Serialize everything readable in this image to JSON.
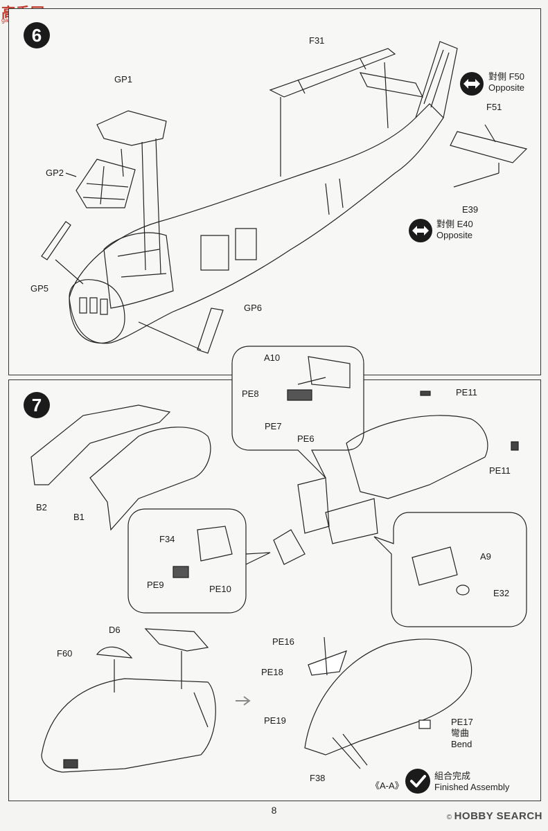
{
  "logo": {
    "text": "高手网",
    "sub": "gao-shou.com"
  },
  "step6": {
    "number": "6",
    "labels": {
      "f31": "F31",
      "gp1": "GP1",
      "gp2": "GP2",
      "gp5": "GP5",
      "gp6": "GP6",
      "f51": "F51",
      "e39": "E39"
    },
    "opposite_f50": {
      "zh": "對側 F50",
      "en": "Opposite"
    },
    "opposite_e40": {
      "zh": "對側 E40",
      "en": "Opposite"
    }
  },
  "step7": {
    "number": "7",
    "labels": {
      "a10": "A10",
      "pe8": "PE8",
      "pe7": "PE7",
      "pe6": "PE6",
      "pe11_top": "PE11",
      "pe11_right": "PE11",
      "b2": "B2",
      "b1": "B1",
      "f34": "F34",
      "pe9": "PE9",
      "pe10": "PE10",
      "a9": "A9",
      "e32": "E32",
      "d6": "D6",
      "f60": "F60",
      "pe16": "PE16",
      "pe18": "PE18",
      "pe19": "PE19",
      "pe17": "PE17",
      "bend_zh": "彎曲",
      "bend_en": "Bend",
      "f38": "F38",
      "section": "《A-A》"
    },
    "finished": {
      "zh": "組合完成",
      "en": "Finished Assembly"
    }
  },
  "page_number": "8",
  "watermark": {
    "copyright": "©",
    "text": "HOBBY SEARCH"
  }
}
